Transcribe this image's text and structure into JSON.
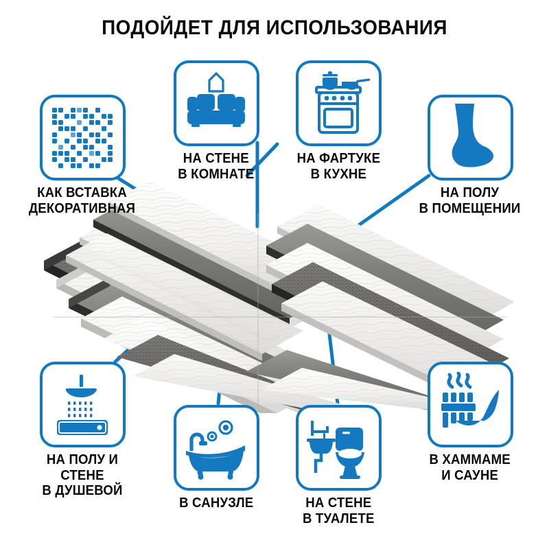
{
  "page": {
    "title": "ПОДОЙДЕТ ДЛЯ ИСПОЛЬЗОВАНИЯ",
    "accent_color": "#0f7ac2",
    "text_color": "#0a0a0a",
    "background_color": "#ffffff"
  },
  "features": [
    {
      "id": "decor",
      "icon": "mosaic-pixels-icon",
      "label": "КАК ВСТАВКА\nДЕКОРАТИВНАЯ",
      "label_position": "below"
    },
    {
      "id": "wall-room",
      "icon": "sofa-picture-icon",
      "label": "НА СТЕНЕ\nВ КОМНАТЕ",
      "label_position": "below"
    },
    {
      "id": "kitchen-backsplash",
      "icon": "stove-pot-pan-icon",
      "label": "НА ФАРТУКЕ\nВ КУХНЕ",
      "label_position": "below"
    },
    {
      "id": "indoor-floor",
      "icon": "bare-foot-icon",
      "label": "НА ПОЛУ\nВ ПОМЕЩЕНИИ",
      "label_position": "below"
    },
    {
      "id": "shower",
      "icon": "shower-head-icon",
      "label": "НА ПОЛУ И СТЕНЕ\nВ ДУШЕВОЙ",
      "label_position": "below"
    },
    {
      "id": "bathroom",
      "icon": "bathtub-icon",
      "label": "В САНУЗЛЕ",
      "label_position": "below"
    },
    {
      "id": "toilet-wall",
      "icon": "sink-toilet-icon",
      "label": "НА СТЕНЕ\nВ ТУАЛЕТЕ",
      "label_position": "below"
    },
    {
      "id": "hammam-sauna",
      "icon": "sauna-heater-ladle-icon",
      "label": "В ХАММАМЕ\nИ САУНЕ",
      "label_position": "below"
    }
  ],
  "product": {
    "name": "mosaic-tile-sheets",
    "description": "Мозаика из полос: белый мрамор, серый металл, темный фактурный камень",
    "sheet_grid": "2x2",
    "strip_colors": {
      "marble_white": "#f2f1ef",
      "marble_vein": "#c9c9c6",
      "metal_gray": "#7b7b79",
      "metal_gray_dark": "#5e5e5c",
      "stone_dark": "#6f6e6c",
      "stone_dark_edge": "#2a2a29",
      "side_shadow": "#1f1f1e"
    }
  }
}
